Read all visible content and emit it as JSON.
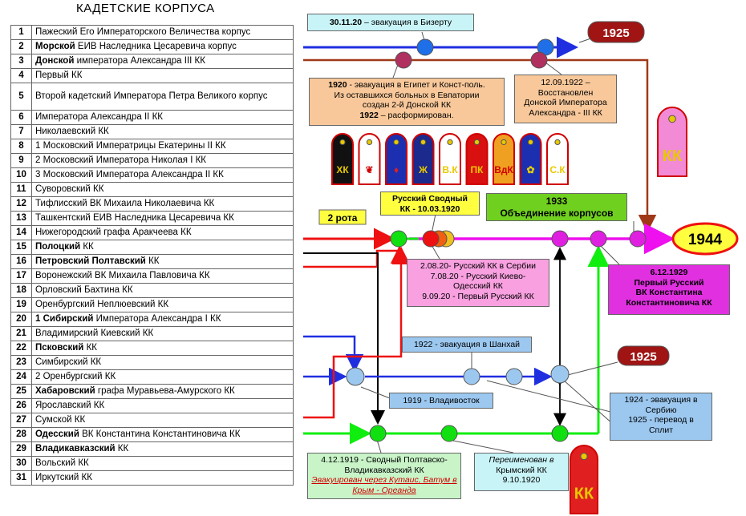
{
  "title": "КАДЕТСКИЕ КОРПУСА",
  "corps": [
    {
      "num": "1",
      "bold": "",
      "rest": "Пажеский Его Императорского Величества корпус"
    },
    {
      "num": "2",
      "bold": "Морской",
      "rest": " ЕИВ Наследника Цесаревича корпус"
    },
    {
      "num": "3",
      "bold": "Донской",
      "rest": " императора Александра III КК"
    },
    {
      "num": "4",
      "bold": "",
      "rest": "Первый КК"
    },
    {
      "num": "5",
      "bold": "",
      "rest": "Второй кадетский Императора Петра Великого корпус"
    },
    {
      "num": "6",
      "bold": "",
      "rest": "Императора Александра II КК"
    },
    {
      "num": "7",
      "bold": "",
      "rest": "Николаевский КК"
    },
    {
      "num": "8",
      "bold": "",
      "rest": "1 Московский Императрицы Екатерины II КК"
    },
    {
      "num": "9",
      "bold": "",
      "rest": "2 Московский Императора Николая I КК"
    },
    {
      "num": "10",
      "bold": "",
      "rest": "3 Московский Императора Александра II КК"
    },
    {
      "num": "11",
      "bold": "",
      "rest": "Суворовский КК"
    },
    {
      "num": "12",
      "bold": "",
      "rest": "Тифлисский ВК Михаила Николаевича КК"
    },
    {
      "num": "13",
      "bold": "",
      "rest": "Ташкентский ЕИВ Наследника Цесаревича КК"
    },
    {
      "num": "14",
      "bold": "",
      "rest": "Нижегородский графа Аракчеева КК"
    },
    {
      "num": "15",
      "bold": "Полоцкий",
      "rest": " КК"
    },
    {
      "num": "16",
      "bold": "Петровский Полтавский",
      "rest": " КК"
    },
    {
      "num": "17",
      "bold": "",
      "rest": "Воронежский ВК Михаила Павловича КК"
    },
    {
      "num": "18",
      "bold": "",
      "rest": "Орловский Бахтина КК"
    },
    {
      "num": "19",
      "bold": "",
      "rest": "Оренбургский Неплюевский КК"
    },
    {
      "num": "20",
      "bold": "1 Сибирский",
      "rest": " Императора Александра I КК"
    },
    {
      "num": "21",
      "bold": "",
      "rest": "Владимирский Киевский КК"
    },
    {
      "num": "22",
      "bold": "Псковский",
      "rest": " КК"
    },
    {
      "num": "23",
      "bold": "",
      "rest": "Симбирский КК"
    },
    {
      "num": "24",
      "bold": "",
      "rest": "2 Оренбургский КК"
    },
    {
      "num": "25",
      "bold": "Хабаровский",
      "rest": " графа Муравьева-Амурского КК"
    },
    {
      "num": "26",
      "bold": "",
      "rest": "Ярославский КК"
    },
    {
      "num": "27",
      "bold": "",
      "rest": "Сумской КК"
    },
    {
      "num": "28",
      "bold": "Одесский",
      "rest": " ВК Константина Константиновича КК"
    },
    {
      "num": "29",
      "bold": "Владикавказский",
      "rest": " КК"
    },
    {
      "num": "30",
      "bold": "",
      "rest": "Вольский КК"
    },
    {
      "num": "31",
      "bold": "",
      "rest": "Иркутский КК"
    }
  ],
  "notes": {
    "bizerte": {
      "date": "30.11.20",
      "text": " – эвакуация в Бизерту"
    },
    "year_1925_top": "1925",
    "don_egypt": {
      "l1_bold": "1920",
      "l1": " - эвакуация в Египет и Конст-поль.",
      "l2": "Из оставшихся больных в Евпатории",
      "l3": "создан 2-й Донской КК",
      "l4_bold": "1922",
      "l4": " – расформирован."
    },
    "don_restored": {
      "l1": "12.09.1922 –",
      "l2": "Восстановлен",
      "l3": "Донской Императора",
      "l4": "Александра - III КК"
    },
    "russian_combined": {
      "l1": "Русский Сводный",
      "l2": "КК - 10.03.1920"
    },
    "merger_1933": {
      "l1": "1933",
      "l2": "Объединение корпусов"
    },
    "company_2": "2 рота",
    "year_1944": "1944",
    "serbia_pink": {
      "l1": "2.08.20- Русский КК в Сербии",
      "l2": "7.08.20 - Русский Киево-",
      "l3": "Одесский КК",
      "l4": "9.09.20 - Первый Русский КК"
    },
    "first_russian": {
      "l1": "6.12.1929",
      "l2": "Первый Русский",
      "l3": "ВК Константина",
      "l4": "Константиновича КК"
    },
    "shanghai": "1922 - эвакуация в Шанхай",
    "vladivostok": "1919 - Владивосток",
    "year_1925_mid": "1925",
    "serbia_1924": {
      "l1": "1924 - эвакуация в",
      "l2": "Сербию",
      "l3": "1925 - перевод в",
      "l4": "Сплит"
    },
    "poltava_vlad": {
      "l1": "4.12.1919 - Сводный Полтавско-",
      "l2": "Владикавказский КК",
      "l3": "Эвакуирован через Кутаис, Батум в",
      "l4": "Крым - Ореанда"
    },
    "crimean": {
      "l1": "Переименован в",
      "l2": "Крымский КК",
      "l3": "9.10.1920"
    }
  },
  "epaulets": [
    {
      "text": "ХК",
      "color": "#111111",
      "text_color": "#e8c800"
    },
    {
      "text": "❦",
      "color": "#ffffff",
      "text_color": "#d00000"
    },
    {
      "text": "♦",
      "color": "#1c2fb0",
      "text_color": "#e02020"
    },
    {
      "text": "Ж",
      "color": "#1b2a8c",
      "text_color": "#e8c800"
    },
    {
      "text": "В.К",
      "color": "#ffffff",
      "text_color": "#e8c800"
    },
    {
      "text": "ПК",
      "color": "#d81010",
      "text_color": "#e8c800"
    },
    {
      "text": "ВдК",
      "color": "#f0a020",
      "text_color": "#d00000"
    },
    {
      "text": "✿",
      "color": "#1c2fb0",
      "text_color": "#e8d000"
    },
    {
      "text": "С.К",
      "color": "#ffffff",
      "text_color": "#e8c800"
    }
  ],
  "epaulet_big_top": {
    "text": "КК",
    "color": "#f38ad6",
    "text_color": "#e8c800"
  },
  "epaulet_big_bottom": {
    "text": "КК",
    "color": "#e02020",
    "text_color": "#e8c800"
  },
  "colors": {
    "blue": "#1f2fe0",
    "red": "#ee1111",
    "brown": "#a03818",
    "magenta": "#ee10ee",
    "green": "#10ee10",
    "black": "#000000",
    "node_blue": "#9cc8f0",
    "node_magenta": "#e020e0",
    "node_green": "#10e010",
    "year_box": "#a01414"
  }
}
